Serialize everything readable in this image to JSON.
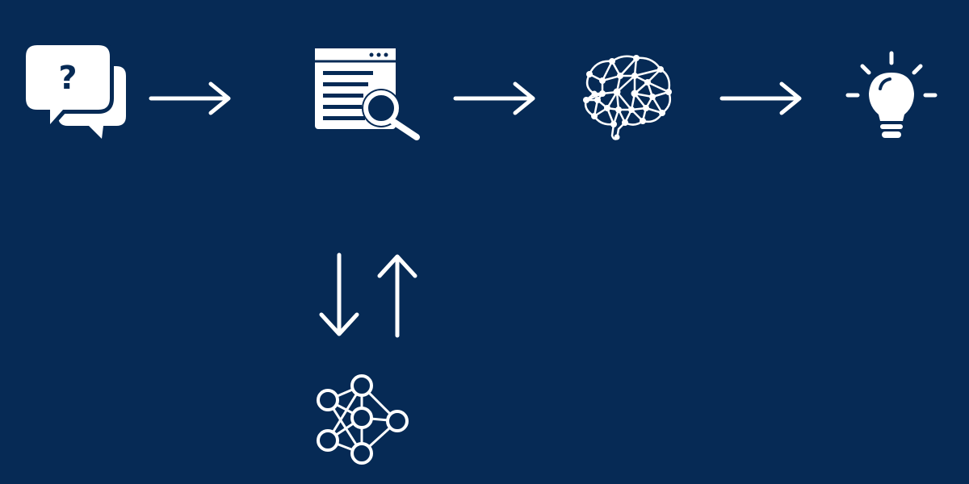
{
  "theme": {
    "background": "#062a55",
    "foreground": "#ffffff"
  },
  "flow": {
    "steps": [
      {
        "id": "question",
        "icon": "question-chat-bubbles-icon"
      },
      {
        "id": "search",
        "icon": "document-search-icon"
      },
      {
        "id": "brain",
        "icon": "neural-brain-icon"
      },
      {
        "id": "insight",
        "icon": "lightbulb-icon"
      }
    ],
    "connectors": [
      {
        "from": "question",
        "to": "search",
        "icon": "arrow-right-icon"
      },
      {
        "from": "search",
        "to": "brain",
        "icon": "arrow-right-icon"
      },
      {
        "from": "brain",
        "to": "insight",
        "icon": "arrow-right-icon"
      }
    ],
    "exchange": {
      "between": [
        "search",
        "network"
      ],
      "icons": [
        "arrow-down-icon",
        "arrow-up-icon"
      ]
    },
    "below": {
      "id": "network",
      "icon": "neural-network-icon"
    }
  },
  "question_glyph": "?"
}
